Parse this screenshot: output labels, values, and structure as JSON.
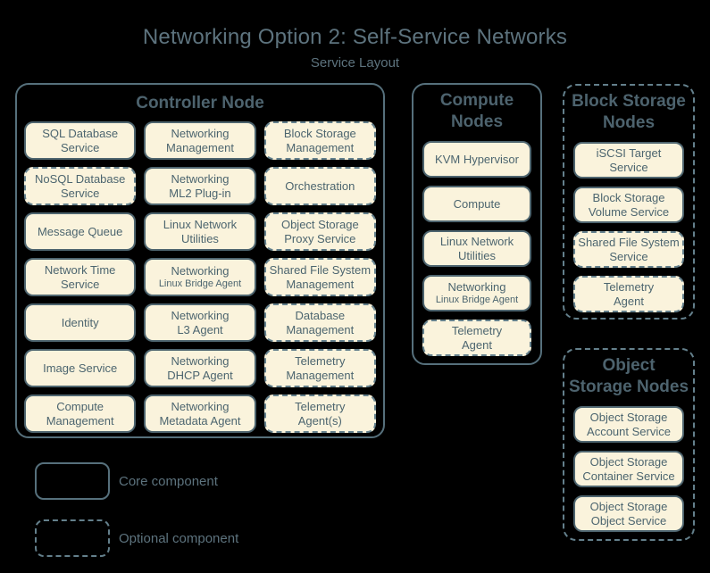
{
  "title": "Networking Option 2: Self-Service Networks",
  "subtitle": "Service Layout",
  "colors": {
    "background": "#000000",
    "service_fill": "#faf3dc",
    "core_border": "#4e656f",
    "optional_border": "#64808c",
    "node_border": "#56707c",
    "text": "#4c656f",
    "heading": "#4d636e",
    "title_text": "#5d737e"
  },
  "legend": {
    "items": [
      {
        "label": "Core component",
        "style": "solid"
      },
      {
        "label": "Optional component",
        "style": "dashed"
      }
    ]
  },
  "nodes": [
    {
      "id": "controller",
      "title_lines": [
        "Controller Node"
      ],
      "border": "solid",
      "services": [
        {
          "lines": [
            "SQL Database",
            "Service"
          ],
          "type": "core"
        },
        {
          "lines": [
            "Networking",
            "Management"
          ],
          "type": "core"
        },
        {
          "lines": [
            "Block Storage",
            "Management"
          ],
          "type": "optional"
        },
        {
          "lines": [
            "NoSQL Database",
            "Service"
          ],
          "type": "optional"
        },
        {
          "lines": [
            "Networking",
            "ML2 Plug-in"
          ],
          "type": "core"
        },
        {
          "lines": [
            "Orchestration"
          ],
          "type": "optional"
        },
        {
          "lines": [
            "Message Queue"
          ],
          "type": "core"
        },
        {
          "lines": [
            "Linux Network",
            "Utilities"
          ],
          "type": "core"
        },
        {
          "lines": [
            "Object Storage",
            "Proxy Service"
          ],
          "type": "optional"
        },
        {
          "lines": [
            "Network Time",
            "Service"
          ],
          "type": "core"
        },
        {
          "lines": [
            "Networking"
          ],
          "small": "Linux Bridge Agent",
          "type": "core"
        },
        {
          "lines": [
            "Shared File System",
            "Management"
          ],
          "type": "optional"
        },
        {
          "lines": [
            "Identity"
          ],
          "type": "core"
        },
        {
          "lines": [
            "Networking",
            "L3 Agent"
          ],
          "type": "core"
        },
        {
          "lines": [
            "Database",
            "Management"
          ],
          "type": "optional"
        },
        {
          "lines": [
            "Image Service"
          ],
          "type": "core"
        },
        {
          "lines": [
            "Networking",
            "DHCP Agent"
          ],
          "type": "core"
        },
        {
          "lines": [
            "Telemetry",
            "Management"
          ],
          "type": "optional"
        },
        {
          "lines": [
            "Compute",
            "Management"
          ],
          "type": "core"
        },
        {
          "lines": [
            "Networking",
            "Metadata Agent"
          ],
          "type": "core"
        },
        {
          "lines": [
            "Telemetry",
            "Agent(s)"
          ],
          "type": "optional"
        }
      ]
    },
    {
      "id": "compute",
      "title_lines": [
        "Compute",
        "Nodes"
      ],
      "border": "solid",
      "services": [
        {
          "lines": [
            "KVM Hypervisor"
          ],
          "type": "core"
        },
        {
          "lines": [
            "Compute"
          ],
          "type": "core"
        },
        {
          "lines": [
            "Linux Network",
            "Utilities"
          ],
          "type": "core"
        },
        {
          "lines": [
            "Networking"
          ],
          "small": "Linux Bridge Agent",
          "type": "core"
        },
        {
          "lines": [
            "Telemetry",
            "Agent"
          ],
          "type": "optional"
        }
      ]
    },
    {
      "id": "block-storage",
      "title_lines": [
        "Block Storage",
        "Nodes"
      ],
      "border": "dashed",
      "services": [
        {
          "lines": [
            "iSCSI Target",
            "Service"
          ],
          "type": "core"
        },
        {
          "lines": [
            "Block Storage",
            "Volume Service"
          ],
          "type": "core"
        },
        {
          "lines": [
            "Shared File System",
            "Service"
          ],
          "type": "optional"
        },
        {
          "lines": [
            "Telemetry",
            "Agent"
          ],
          "type": "optional"
        }
      ]
    },
    {
      "id": "object-storage",
      "title_lines": [
        "Object",
        "Storage Nodes"
      ],
      "border": "dashed",
      "services": [
        {
          "lines": [
            "Object Storage",
            "Account Service"
          ],
          "type": "core"
        },
        {
          "lines": [
            "Object Storage",
            "Container Service"
          ],
          "type": "core"
        },
        {
          "lines": [
            "Object Storage",
            "Object Service"
          ],
          "type": "core"
        }
      ]
    }
  ]
}
